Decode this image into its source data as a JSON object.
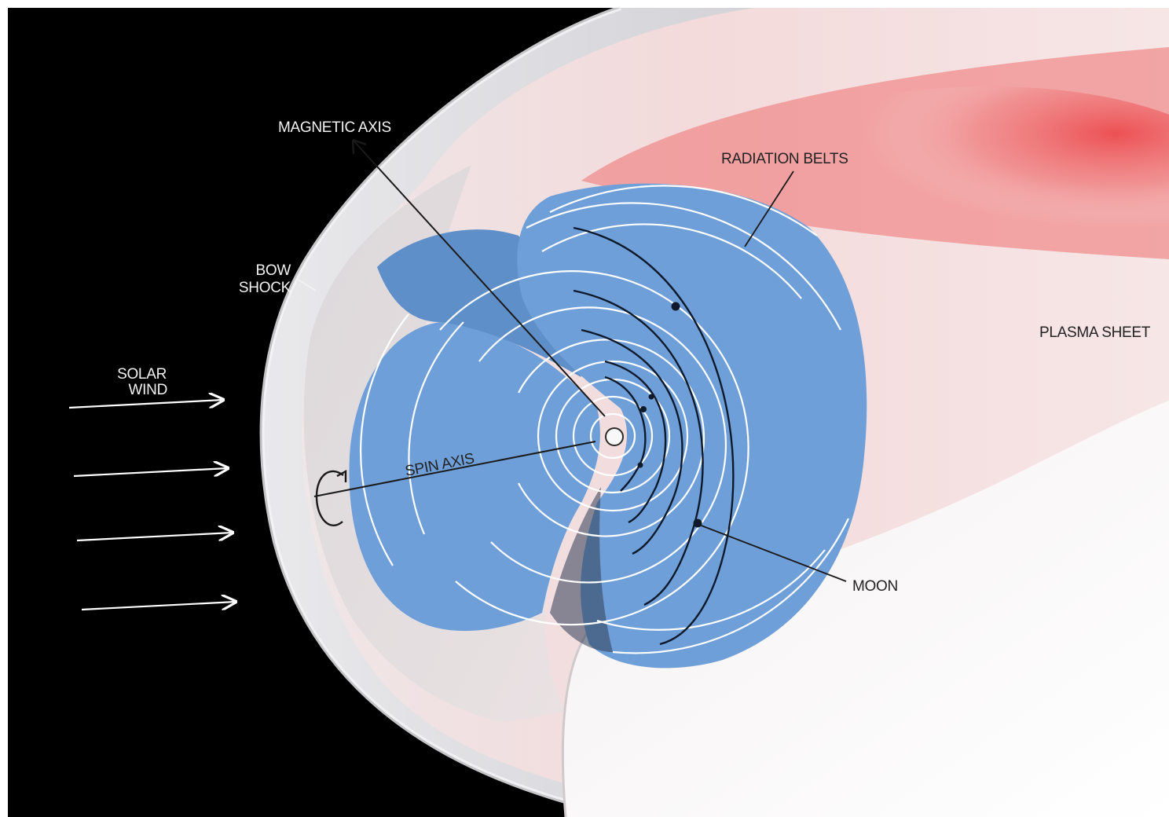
{
  "labels": {
    "magnetic_axis": "MAGNETIC AXIS",
    "radiation_belts": "RADIATION BELTS",
    "bow_shock_line1": "BOW",
    "bow_shock_line2": "SHOCK",
    "solar_wind_line1": "SOLAR",
    "solar_wind_line2": "WIND",
    "spin_axis": "SPIN AXIS",
    "plasma_sheet": "PLASMA SHEET",
    "moon": "MOON"
  },
  "colors": {
    "space": "#000000",
    "bow_shock": "#dcdcdf",
    "magnetosphere_pink": "#f6e3e3",
    "plasma_sheet_red": "#ee5a5a",
    "radiation_belt_blue": "#6f9fd8",
    "field_line": "#ffffff",
    "moon_orbit": "#0e1a2b"
  }
}
